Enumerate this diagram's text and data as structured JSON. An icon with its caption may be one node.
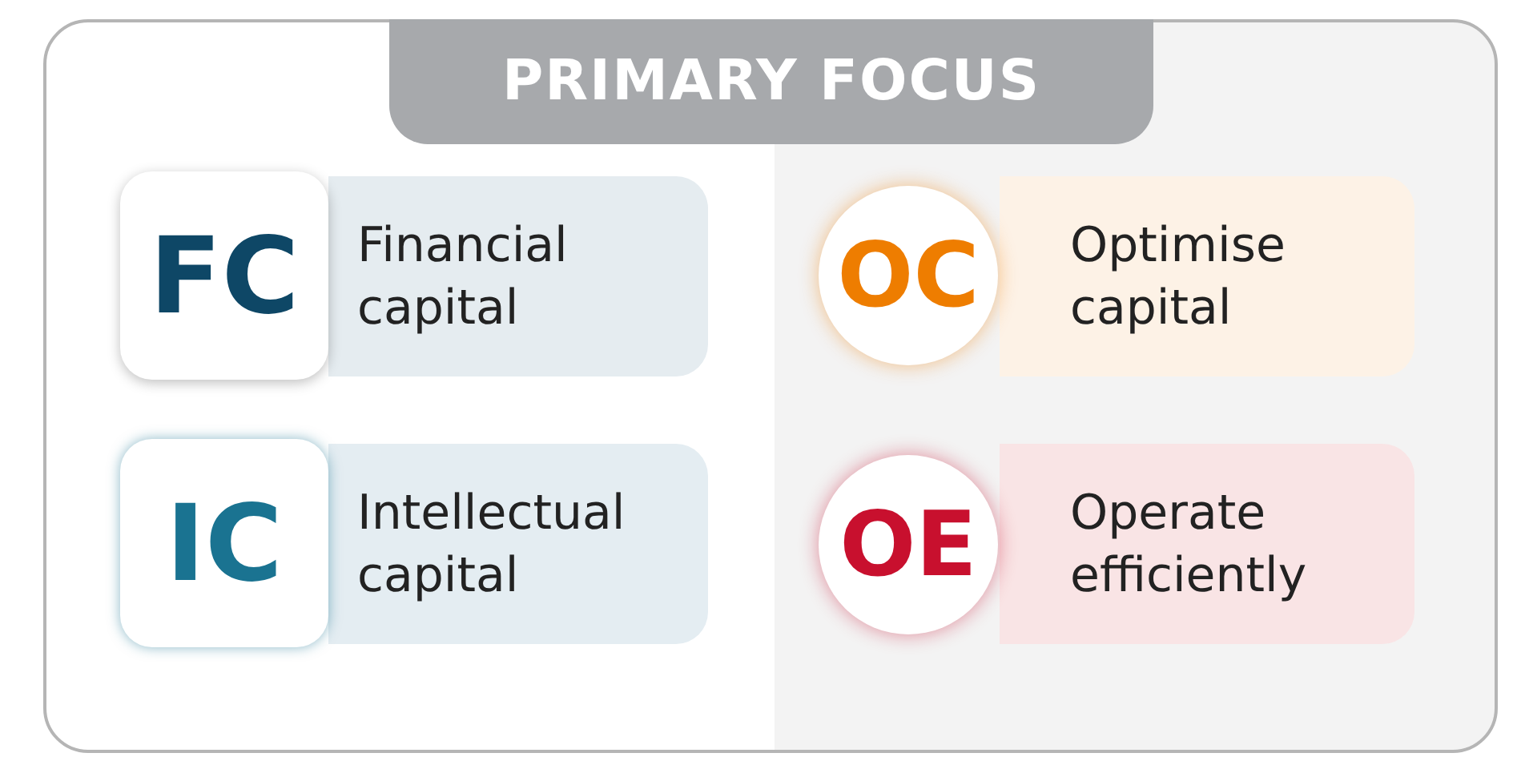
{
  "diagram": {
    "nodes": [
      {
        "text": [
          "PRIMARY FOCUS"
        ]
      },
      {
        "text": [
          "FC"
        ]
      },
      {
        "text": [
          "Financial capital"
        ]
      },
      {
        "text": [
          "OC"
        ]
      },
      {
        "text": [
          "Optimise capital"
        ]
      },
      {
        "text": [
          "IC"
        ]
      },
      {
        "text": [
          "Intellectual capital"
        ]
      },
      {
        "text": [
          "OE"
        ]
      },
      {
        "text": [
          "Operate efficiently"
        ]
      }
    ],
    "edges": []
  }
}
